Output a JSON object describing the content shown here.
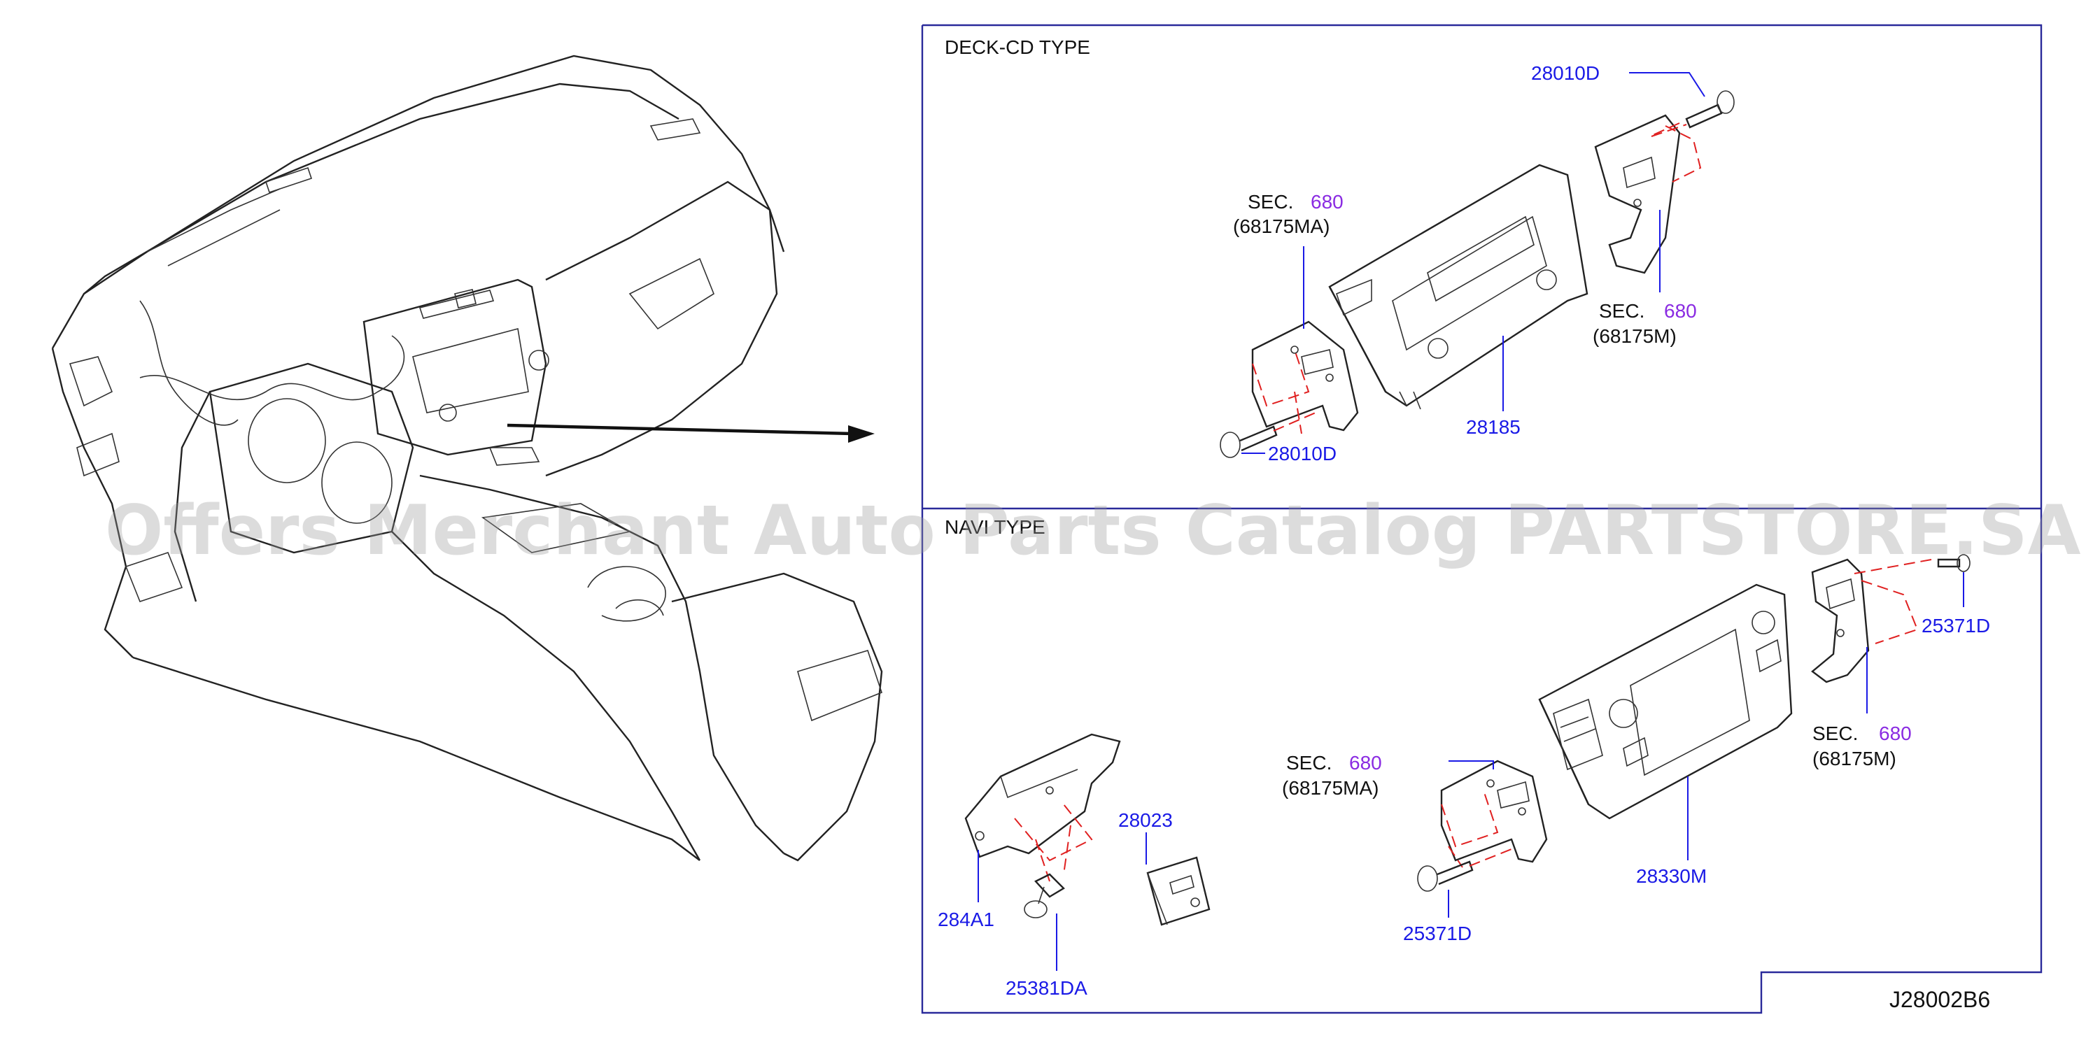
{
  "sections": {
    "deck_cd_title": "DECK-CD   TYPE",
    "navi_title": "NAVI TYPE"
  },
  "labels": {
    "p28010D_top": "28010D",
    "p28010D_bottom": "28010D",
    "p28185": "28185",
    "sec_left_top": "SEC.",
    "sec_left_top_num": "680",
    "sec_left_top_ref": "(68175MA)",
    "sec_right_top": "SEC.",
    "sec_right_top_num": "680",
    "sec_right_top_ref": "(68175M)",
    "p25371D_right": "25371D",
    "p25371D_bottom": "25371D",
    "sec_left_bot": "SEC.",
    "sec_left_bot_num": "680",
    "sec_left_bot_ref": "(68175MA)",
    "sec_right_bot": "SEC.",
    "sec_right_bot_num": "680",
    "sec_right_bot_ref": "(68175M)",
    "p28330M": "28330M",
    "p28023": "28023",
    "p284A1": "284A1",
    "p25381DA": "25381DA",
    "diagram_code": "J28002B6"
  },
  "watermark": "Offers Merchant Auto Parts Catalog PARTSTORE.SA",
  "colors": {
    "part_number": "#1a1ae6",
    "section_number": "#8a2be2",
    "leader_line": "#1a1ae6",
    "fastener_guide": "#e02020",
    "frame": "#2a2a9a"
  }
}
